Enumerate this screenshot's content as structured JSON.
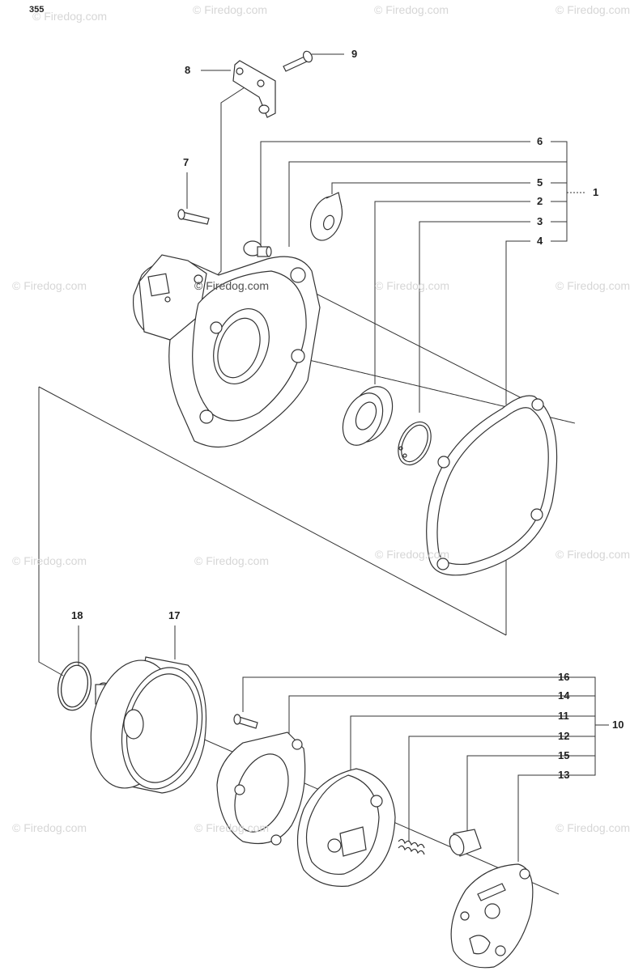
{
  "page_number": "355",
  "watermark_text": "© Firedog.com",
  "parts": [
    {
      "id": "p1",
      "label": "1"
    },
    {
      "id": "p2",
      "label": "2"
    },
    {
      "id": "p3",
      "label": "3"
    },
    {
      "id": "p4",
      "label": "4"
    },
    {
      "id": "p5",
      "label": "5"
    },
    {
      "id": "p6",
      "label": "6"
    },
    {
      "id": "p7",
      "label": "7"
    },
    {
      "id": "p8",
      "label": "8"
    },
    {
      "id": "p9",
      "label": "9"
    },
    {
      "id": "p10",
      "label": "10"
    },
    {
      "id": "p11",
      "label": "11"
    },
    {
      "id": "p12",
      "label": "12"
    },
    {
      "id": "p13",
      "label": "13"
    },
    {
      "id": "p14",
      "label": "14"
    },
    {
      "id": "p15",
      "label": "15"
    },
    {
      "id": "p16",
      "label": "16"
    },
    {
      "id": "p17",
      "label": "17"
    },
    {
      "id": "p18",
      "label": "18"
    }
  ],
  "colors": {
    "line": "#333333",
    "watermark": "#d6d6d6",
    "fill": "#ffffff"
  }
}
